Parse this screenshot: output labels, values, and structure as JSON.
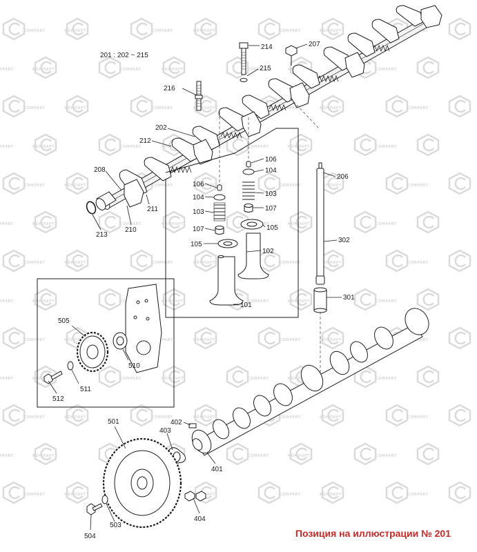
{
  "diagram": {
    "ref_text": "201 : 202 ~ 215",
    "watermark_brand": "КОМПАРТ",
    "watermark_brand_latin": "COMPART",
    "footer_note": "Позиция на иллюстрации № 201",
    "colors": {
      "line": "#1a1a1a",
      "watermark": "#d8d8d8",
      "footer": "#c62828"
    },
    "labels": {
      "l214": "214",
      "l207": "207",
      "l215": "215",
      "l216": "216",
      "l202": "202",
      "l212": "212",
      "l208": "208",
      "l213": "213",
      "l210": "210",
      "l211": "211",
      "l106a": "106",
      "l104a": "104",
      "l103a": "103",
      "l107a": "107",
      "l105a": "105",
      "l106b": "106",
      "l104b": "104",
      "l103b": "103",
      "l107b": "107",
      "l105b": "105",
      "l102": "102",
      "l101": "101",
      "l206": "206",
      "l302": "302",
      "l301": "301",
      "l505": "505",
      "l510": "510",
      "l511": "511",
      "l512": "512",
      "l501": "501",
      "l402": "402",
      "l403": "403",
      "l401": "401",
      "l404": "404",
      "l503": "503",
      "l504": "504"
    }
  }
}
